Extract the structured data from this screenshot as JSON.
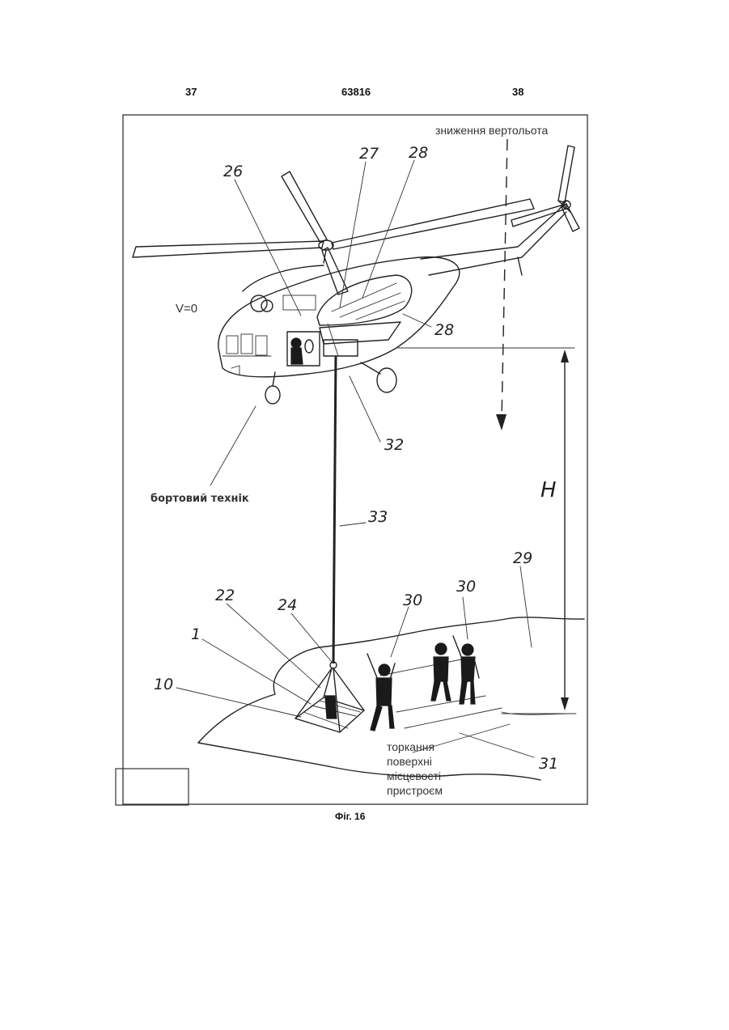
{
  "header": {
    "page_left": "37",
    "patent_number": "63816",
    "page_right": "38"
  },
  "caption": "Фіг. 16",
  "labels": {
    "descent": "зниження вертольота",
    "velocity": "V=0",
    "technician": "бортовий технік",
    "touch_line1": "торкання",
    "touch_line2": "поверхні",
    "touch_line3": "місцевості",
    "touch_line4": "пристроєм",
    "height": "H"
  },
  "callouts": {
    "n26": "26",
    "n27": "27",
    "n28a": "28",
    "n28b": "28",
    "n32": "32",
    "n33": "33",
    "n29": "29",
    "n22": "22",
    "n24": "24",
    "n1": "1",
    "n10": "10",
    "n30a": "30",
    "n30b": "30",
    "n31": "31"
  }
}
